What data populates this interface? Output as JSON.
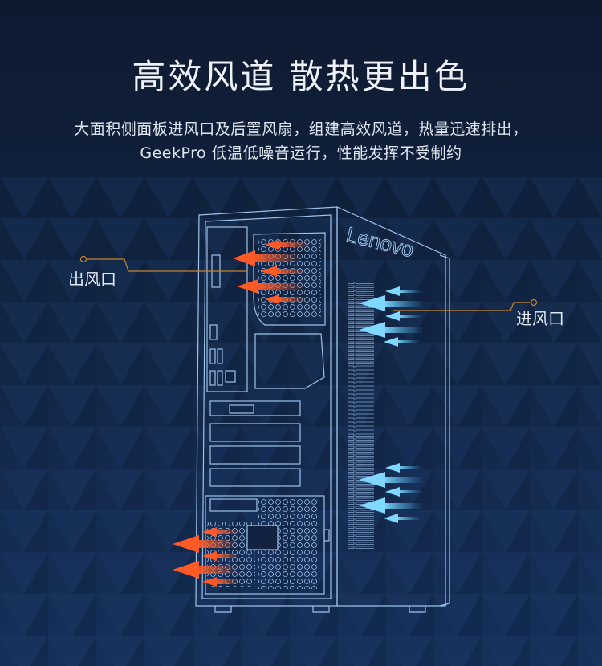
{
  "header": {
    "title": "高效风道 散热更出色",
    "subtitle_line1": "大面积侧面板进风口及后置风扇，组建高效风道，热量迅速排出，",
    "subtitle_line2": "GeekPro 低温低噪音运行，性能发挥不受制约"
  },
  "callouts": {
    "outlet": "出风口",
    "inlet": "进风口"
  },
  "product": {
    "brand": "Lenovo"
  },
  "colors": {
    "background": "#112340",
    "line_art": "#9fc2ea",
    "exhaust_arrow": "#e8562a",
    "intake_arrow": "#5cc3ec",
    "callout_line": "#c8832e"
  }
}
